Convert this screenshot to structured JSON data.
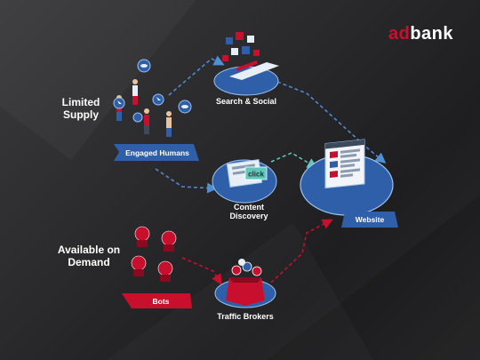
{
  "logo": {
    "part1": "ad",
    "part2": "bank"
  },
  "left_labels": {
    "limited_supply": "Limited Supply",
    "available_on_demand": "Available on Demand"
  },
  "nodes": {
    "search_social": "Search & Social",
    "content_discovery": "Content Discovery",
    "website": "Website",
    "traffic_brokers": "Traffic Brokers"
  },
  "tags": {
    "engaged_humans": "Engaged Humans",
    "bots": "Bots"
  },
  "click_text": "click",
  "colors": {
    "accent_red": "#c8102e",
    "node_blue": "#2f5fa8",
    "arrow_blue": "#4f8fd6",
    "arrow_teal": "#5fc8b8"
  }
}
